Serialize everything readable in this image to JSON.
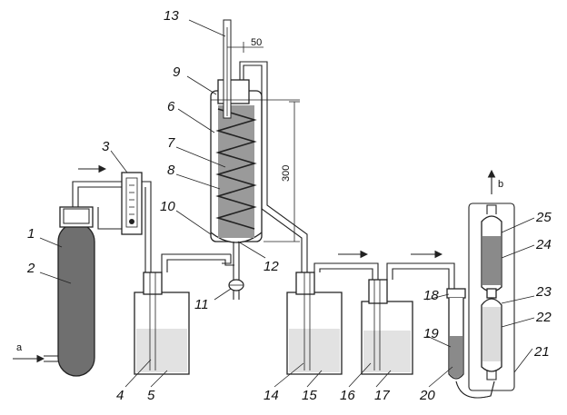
{
  "labels": {
    "n1": "1",
    "n2": "2",
    "n3": "3",
    "n4": "4",
    "n5": "5",
    "n6": "6",
    "n7": "7",
    "n8": "8",
    "n9": "9",
    "n10": "10",
    "n11": "11",
    "n12": "12",
    "n13": "13",
    "n14": "14",
    "n15": "15",
    "n16": "16",
    "n17": "17",
    "n18": "18",
    "n19": "19",
    "n20": "20",
    "n21": "21",
    "n22": "22",
    "n23": "23",
    "n24": "24",
    "n25": "25"
  },
  "letters": {
    "inlet": "a",
    "outlet": "b"
  },
  "dimensions": {
    "top": "50",
    "height": "300"
  }
}
